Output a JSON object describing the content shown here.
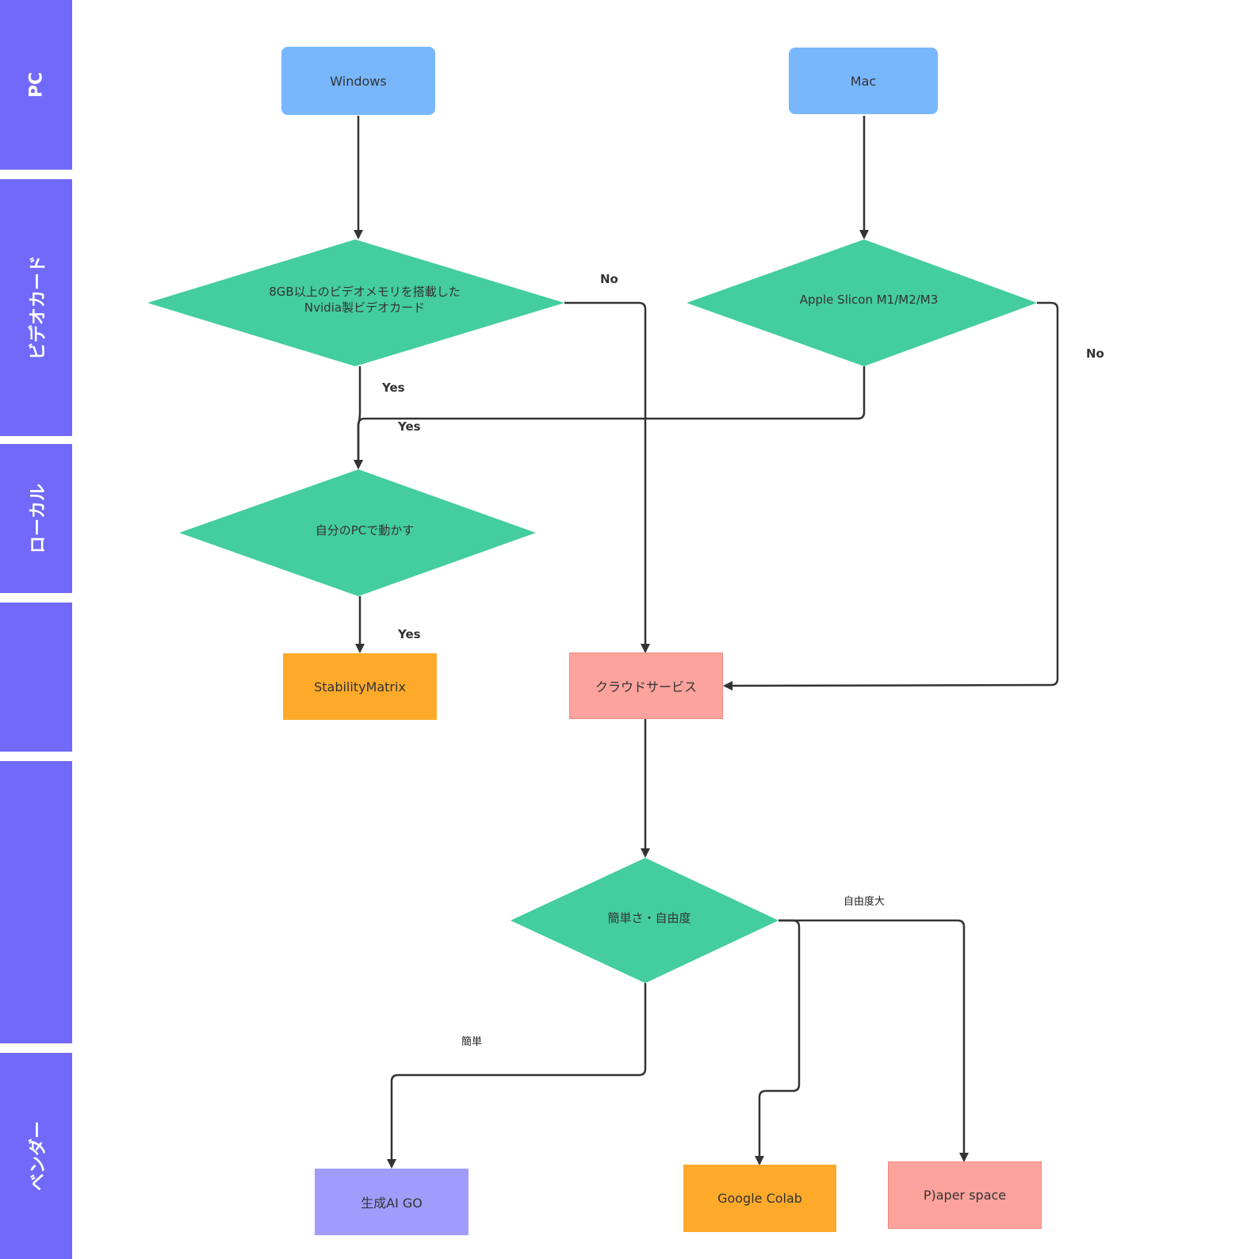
{
  "lanes": [
    "PC",
    "ビデオカード",
    "ローカル",
    "",
    "",
    "ベンダー"
  ],
  "nodes": {
    "windows": "Windows",
    "mac": "Mac",
    "nvidia_line1": "8GB以上のビデオメモリを搭載した",
    "nvidia_line2": "Nvidia製ビデオカード",
    "apple": "Apple Slicon M1/M2/M3",
    "local": "自分のPCで動かす",
    "stability": "StabilityMatrix",
    "cloud": "クラウドサービス",
    "choice": "簡単さ・自由度",
    "seiseiai": "生成AI GO",
    "colab": "Google Colab",
    "paperspace": "P)aper space"
  },
  "edge_labels": {
    "nvidia_no": "No",
    "nvidia_yes": "Yes",
    "apple_yes": "Yes",
    "apple_no": "No",
    "local_yes": "Yes",
    "freedom": "自由度大",
    "easy": "簡単"
  },
  "colors": {
    "lane": "#7069fa",
    "os": "#79b7fd",
    "decision": "#44cd9f",
    "orange": "#fdaa2b",
    "salmon": "#fba39c",
    "lavender": "#a19cfb",
    "line": "#333333"
  }
}
